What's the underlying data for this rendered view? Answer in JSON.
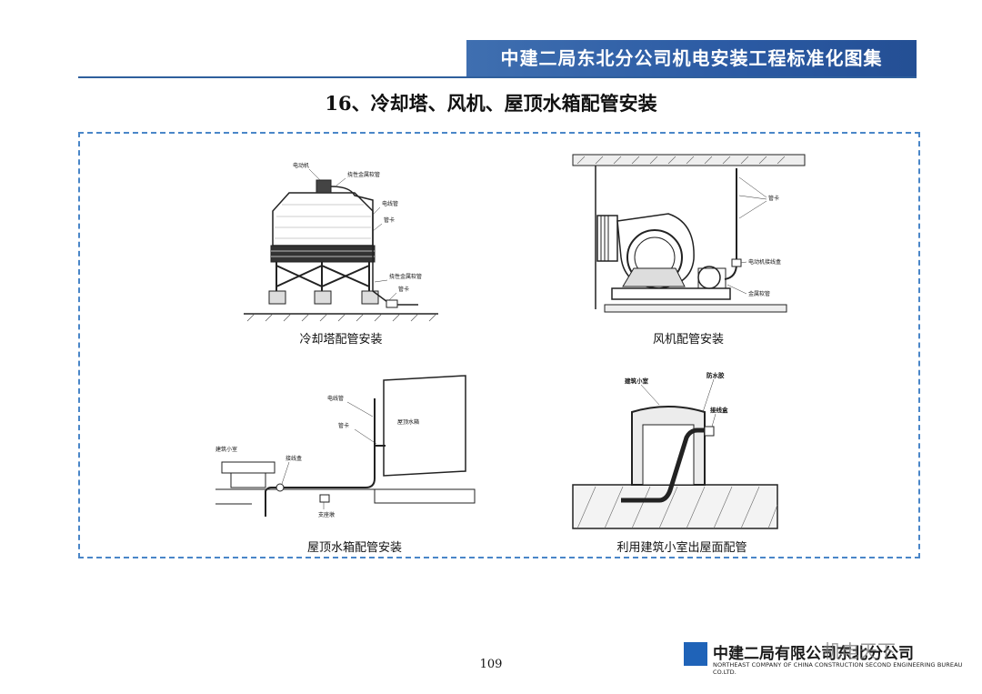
{
  "header": {
    "title": "中建二局东北分公司机电安装工程标准化图集"
  },
  "page_title": "16、冷却塔、风机、屋顶水箱配管安装",
  "figures": {
    "cooling_tower": {
      "caption": "冷却塔配管安装",
      "labels": [
        "电动机",
        "挠性金属软管",
        "电线管",
        "管卡",
        "挠性金属软管",
        "管卡"
      ]
    },
    "fan": {
      "caption": "风机配管安装",
      "labels": [
        "管卡",
        "电动机接线盒",
        "金属软管"
      ]
    },
    "roof_tank": {
      "caption": "屋顶水箱配管安装",
      "labels": [
        "电线管",
        "管卡",
        "屋顶水箱",
        "建筑小室",
        "接线盒",
        "支座墩"
      ]
    },
    "roof_room": {
      "caption": "利用建筑小室出屋面配管",
      "labels": [
        "建筑小室",
        "防水胶",
        "接线盒"
      ]
    }
  },
  "footer": {
    "page_number": "109",
    "company": "中建二局有限公司东北分公司",
    "company_en": "NORTHEAST COMPANY OF CHINA CONSTRUCTION SECOND ENGINEERING BUREAU CO.LTD.",
    "watermark": "机电天下"
  }
}
